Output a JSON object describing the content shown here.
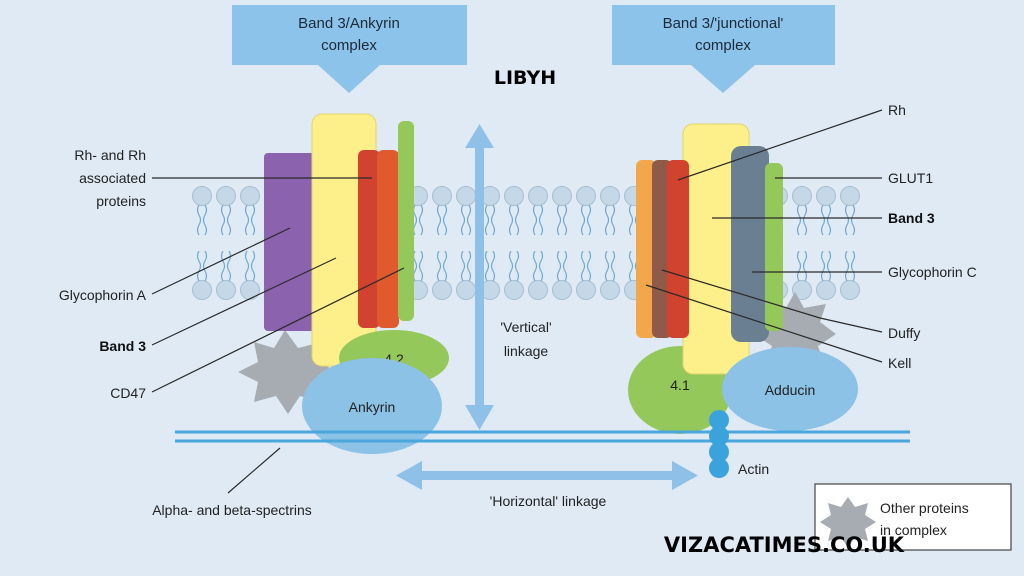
{
  "top_boxes": {
    "left": [
      "Band 3/Ankyrin",
      "complex"
    ],
    "right": [
      "Band 3/'junctional'",
      "complex"
    ]
  },
  "labels": {
    "rh_associated": [
      "Rh- and Rh",
      "associated",
      "proteins"
    ],
    "glycophorin_a": "Glycophorin A",
    "band3_left": "Band 3",
    "cd47": "CD47",
    "protein_42": "4.2",
    "ankyrin": "Ankyrin",
    "vertical_linkage": [
      "'Vertical'",
      "linkage"
    ],
    "horizontal_linkage": "'Horizontal' linkage",
    "spectrins": "Alpha- and beta-spectrins",
    "rh": "Rh",
    "glut1": "GLUT1",
    "band3_right": "Band 3",
    "glycophorin_c": "Glycophorin C",
    "duffy": "Duffy",
    "kell": "Kell",
    "protein_41": "4.1",
    "adducin": "Adducin",
    "actin": "Actin"
  },
  "legend": {
    "text": [
      "Other proteins",
      "in complex"
    ]
  },
  "watermarks": {
    "top": "LIBYH",
    "bottom": "VIZACATIMES.CO.UK"
  },
  "colors": {
    "background": "#dfeaf5",
    "arrow_blue": "#8fc1e8",
    "band3_yellow": "#fdf08a",
    "glycophorin_purple": "#8b62ad",
    "rh_red": "#d2432f",
    "green": "#94c85a",
    "lipid_head": "#c2d6e6",
    "ankyrin_blue": "#8cc2e6",
    "grey_star": "#a6abb1",
    "spectrin": "#4aa6dc"
  }
}
